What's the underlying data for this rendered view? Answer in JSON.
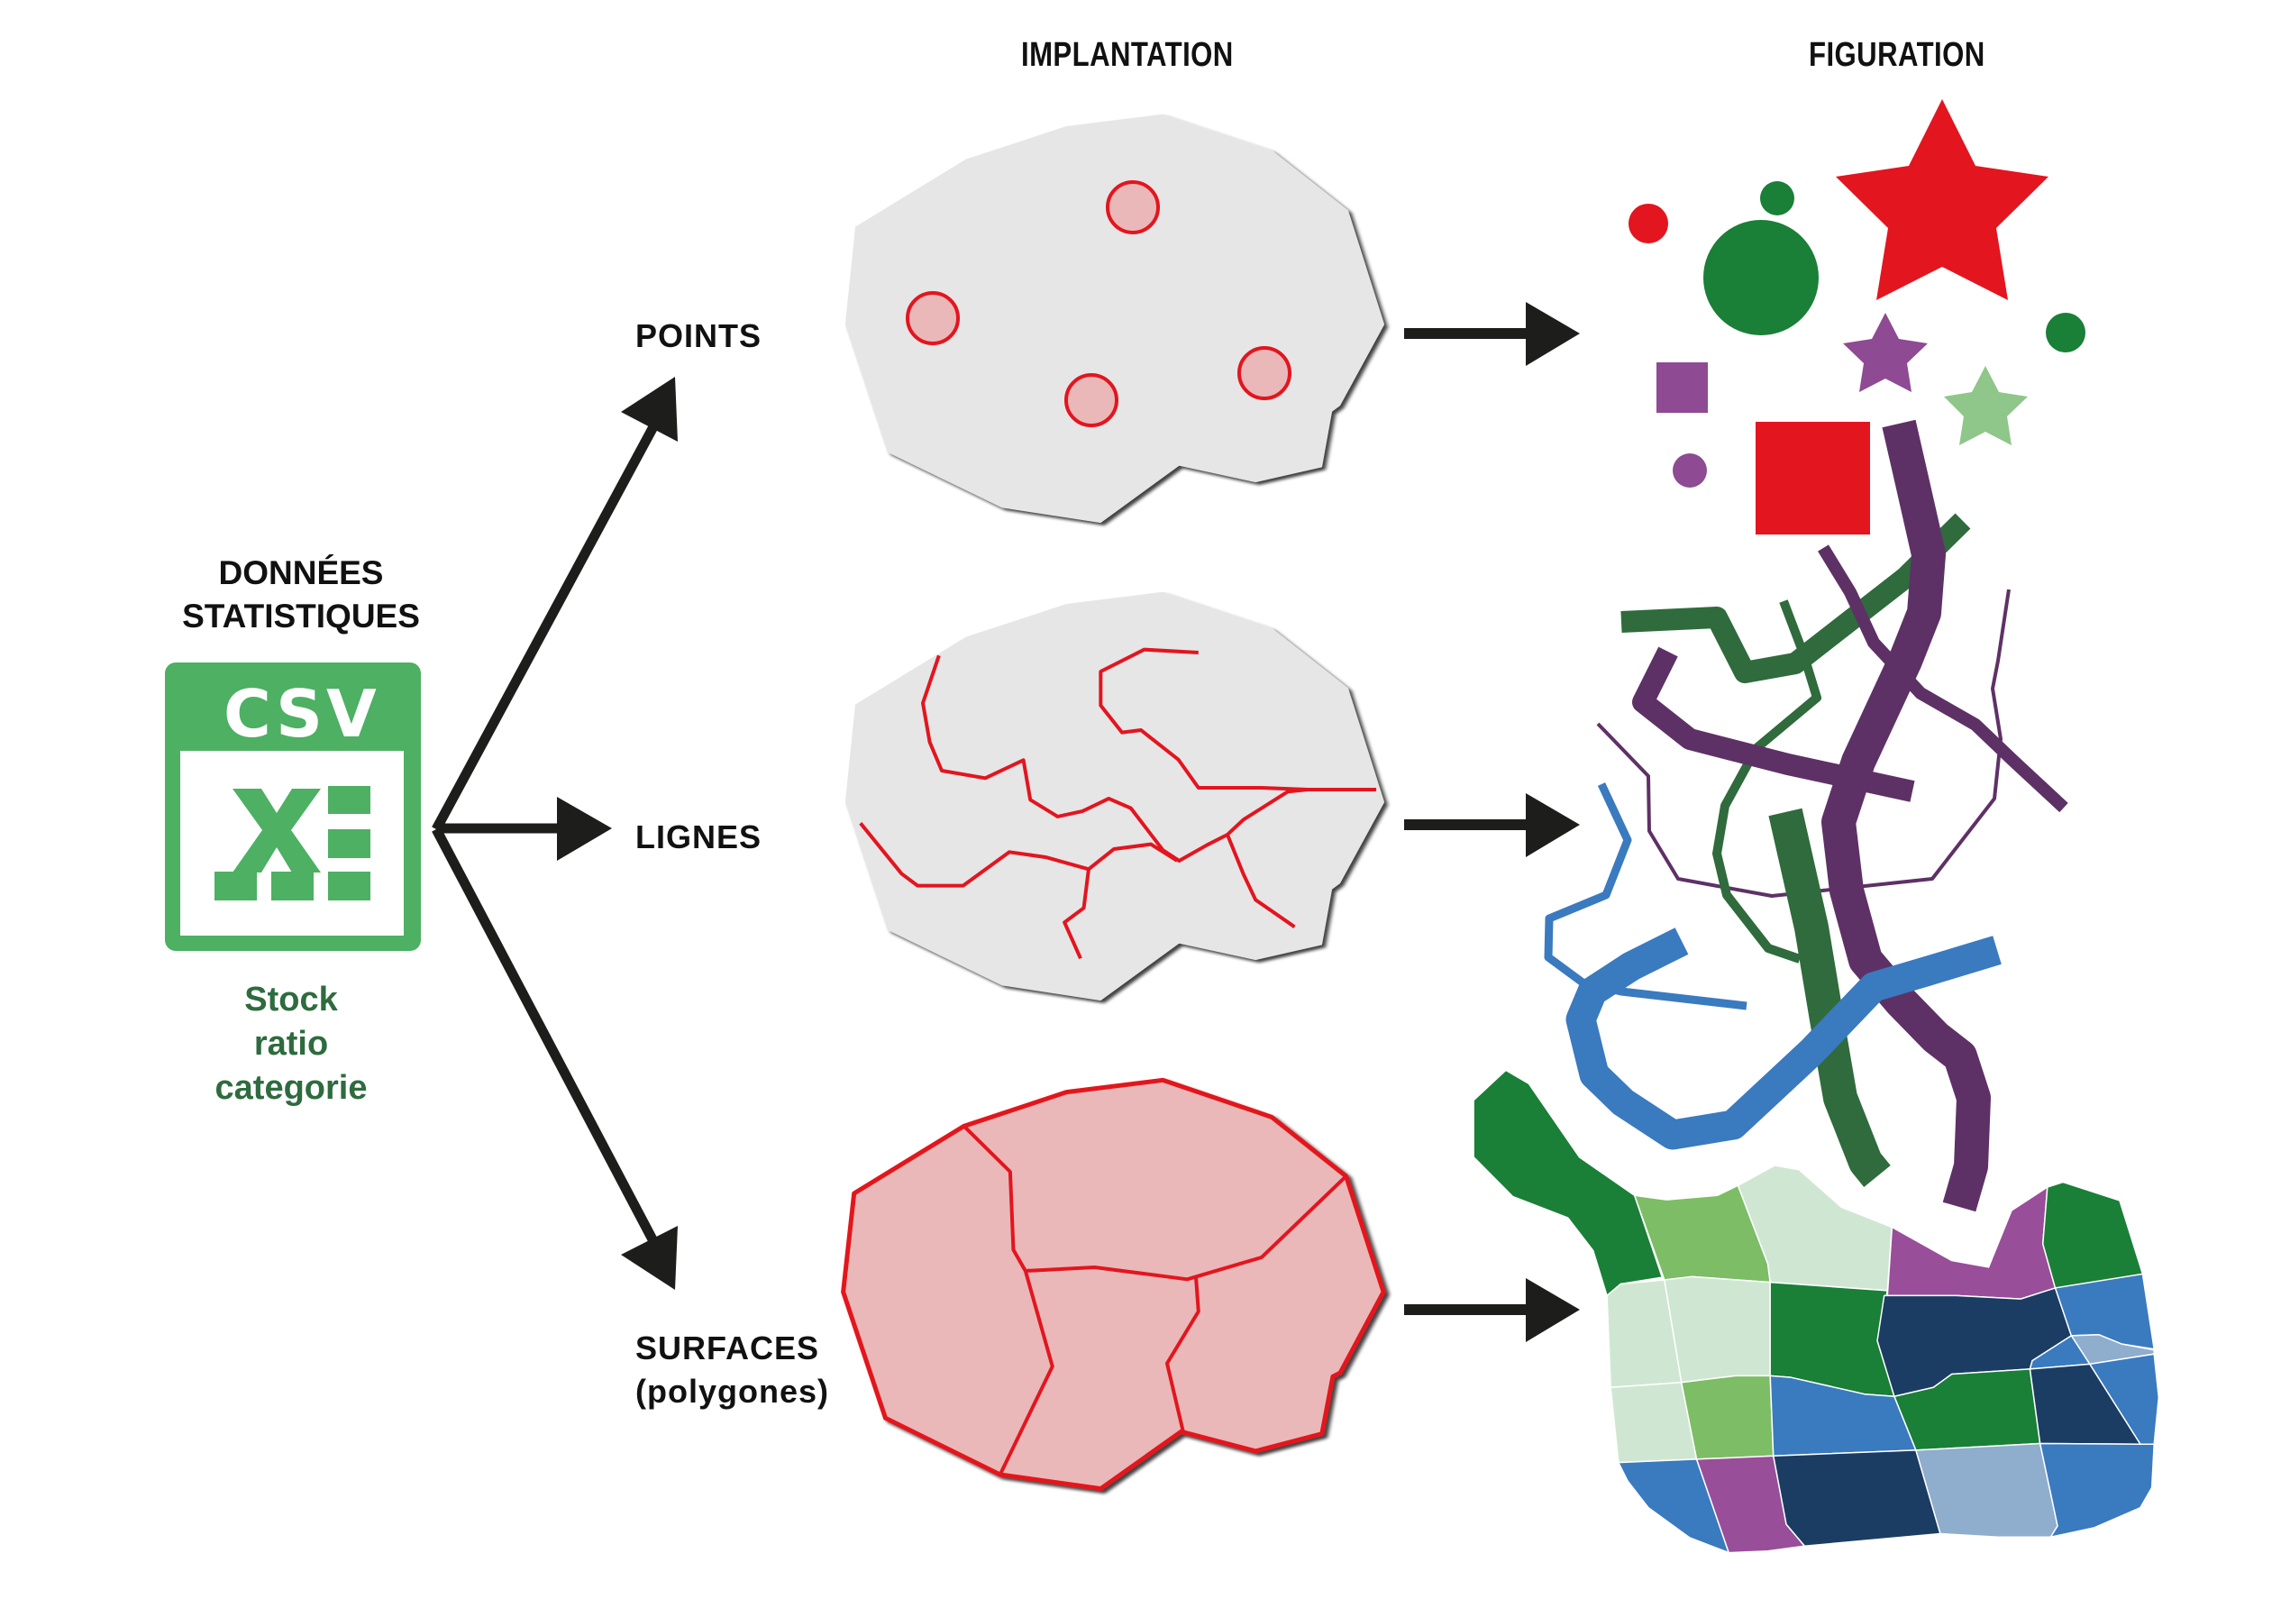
{
  "headers": {
    "implantation": "IMPLANTATION",
    "figuration": "FIGURATION"
  },
  "source": {
    "title_line1": "DONNÉES",
    "title_line2": "STATISTIQUES",
    "file_badge": "CSV",
    "icon": "spreadsheet-csv-icon",
    "measures": [
      "Stock",
      "ratio",
      "categorie"
    ]
  },
  "implantation_types": [
    {
      "label": "POINTS",
      "sublabel": ""
    },
    {
      "label": "LIGNES",
      "sublabel": ""
    },
    {
      "label": "SURFACES",
      "sublabel": "(polygones)"
    }
  ],
  "palette": {
    "red": "#e3151f",
    "pink_fill": "#eab8b8",
    "blob_gray": "#e6e6e6",
    "csv_green": "#4db063",
    "measure_green": "#2e6b3e",
    "dark_green": "#1a7f37",
    "forest_green": "#2f6b3c",
    "light_green": "#8fc68a",
    "mid_green": "#7dbd65",
    "pale_green": "#cfe7d2",
    "purple": "#8e4a93",
    "magenta_purple": "#994e99",
    "dark_purple": "#5e3166",
    "blue": "#3a7abf",
    "navy": "#1b3d63",
    "steel_blue": "#8fadcd",
    "arrow": "#1d1d1b"
  }
}
